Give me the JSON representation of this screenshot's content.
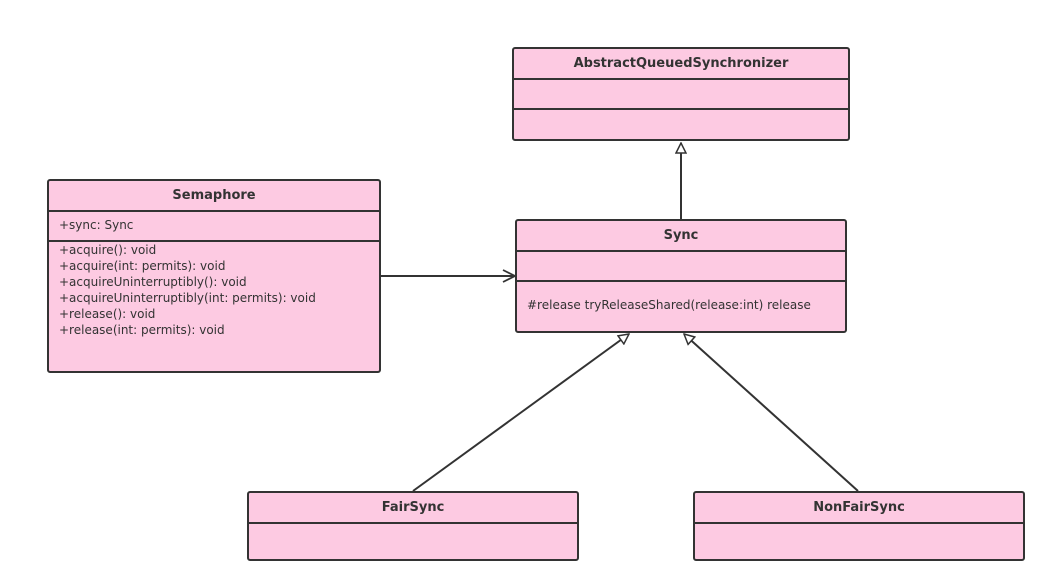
{
  "diagram": {
    "classes": {
      "aqs": {
        "name": "AbstractQueuedSynchronizer",
        "attributes": [],
        "methods": []
      },
      "semaphore": {
        "name": "Semaphore",
        "attributes": [
          "+sync: Sync"
        ],
        "methods": [
          "+acquire(): void",
          "+acquire(int:  permits): void",
          "+acquireUninterruptibly(): void",
          "+acquireUninterruptibly(int: permits): void",
          "+release(): void",
          "+release(int: permits): void"
        ]
      },
      "sync": {
        "name": "Sync",
        "attributes": [],
        "methods": [
          "#release tryReleaseShared(release:int)  release"
        ]
      },
      "fairsync": {
        "name": "FairSync"
      },
      "nonfairsync": {
        "name": "NonFairSync"
      }
    },
    "relations": [
      {
        "from": "Sync",
        "to": "AbstractQueuedSynchronizer",
        "kind": "inheritance"
      },
      {
        "from": "Semaphore",
        "to": "Sync",
        "kind": "association"
      },
      {
        "from": "FairSync",
        "to": "Sync",
        "kind": "inheritance"
      },
      {
        "from": "NonFairSync",
        "to": "Sync",
        "kind": "inheritance"
      }
    ]
  },
  "colors": {
    "fill": "#fdcae2",
    "stroke": "#333333"
  }
}
